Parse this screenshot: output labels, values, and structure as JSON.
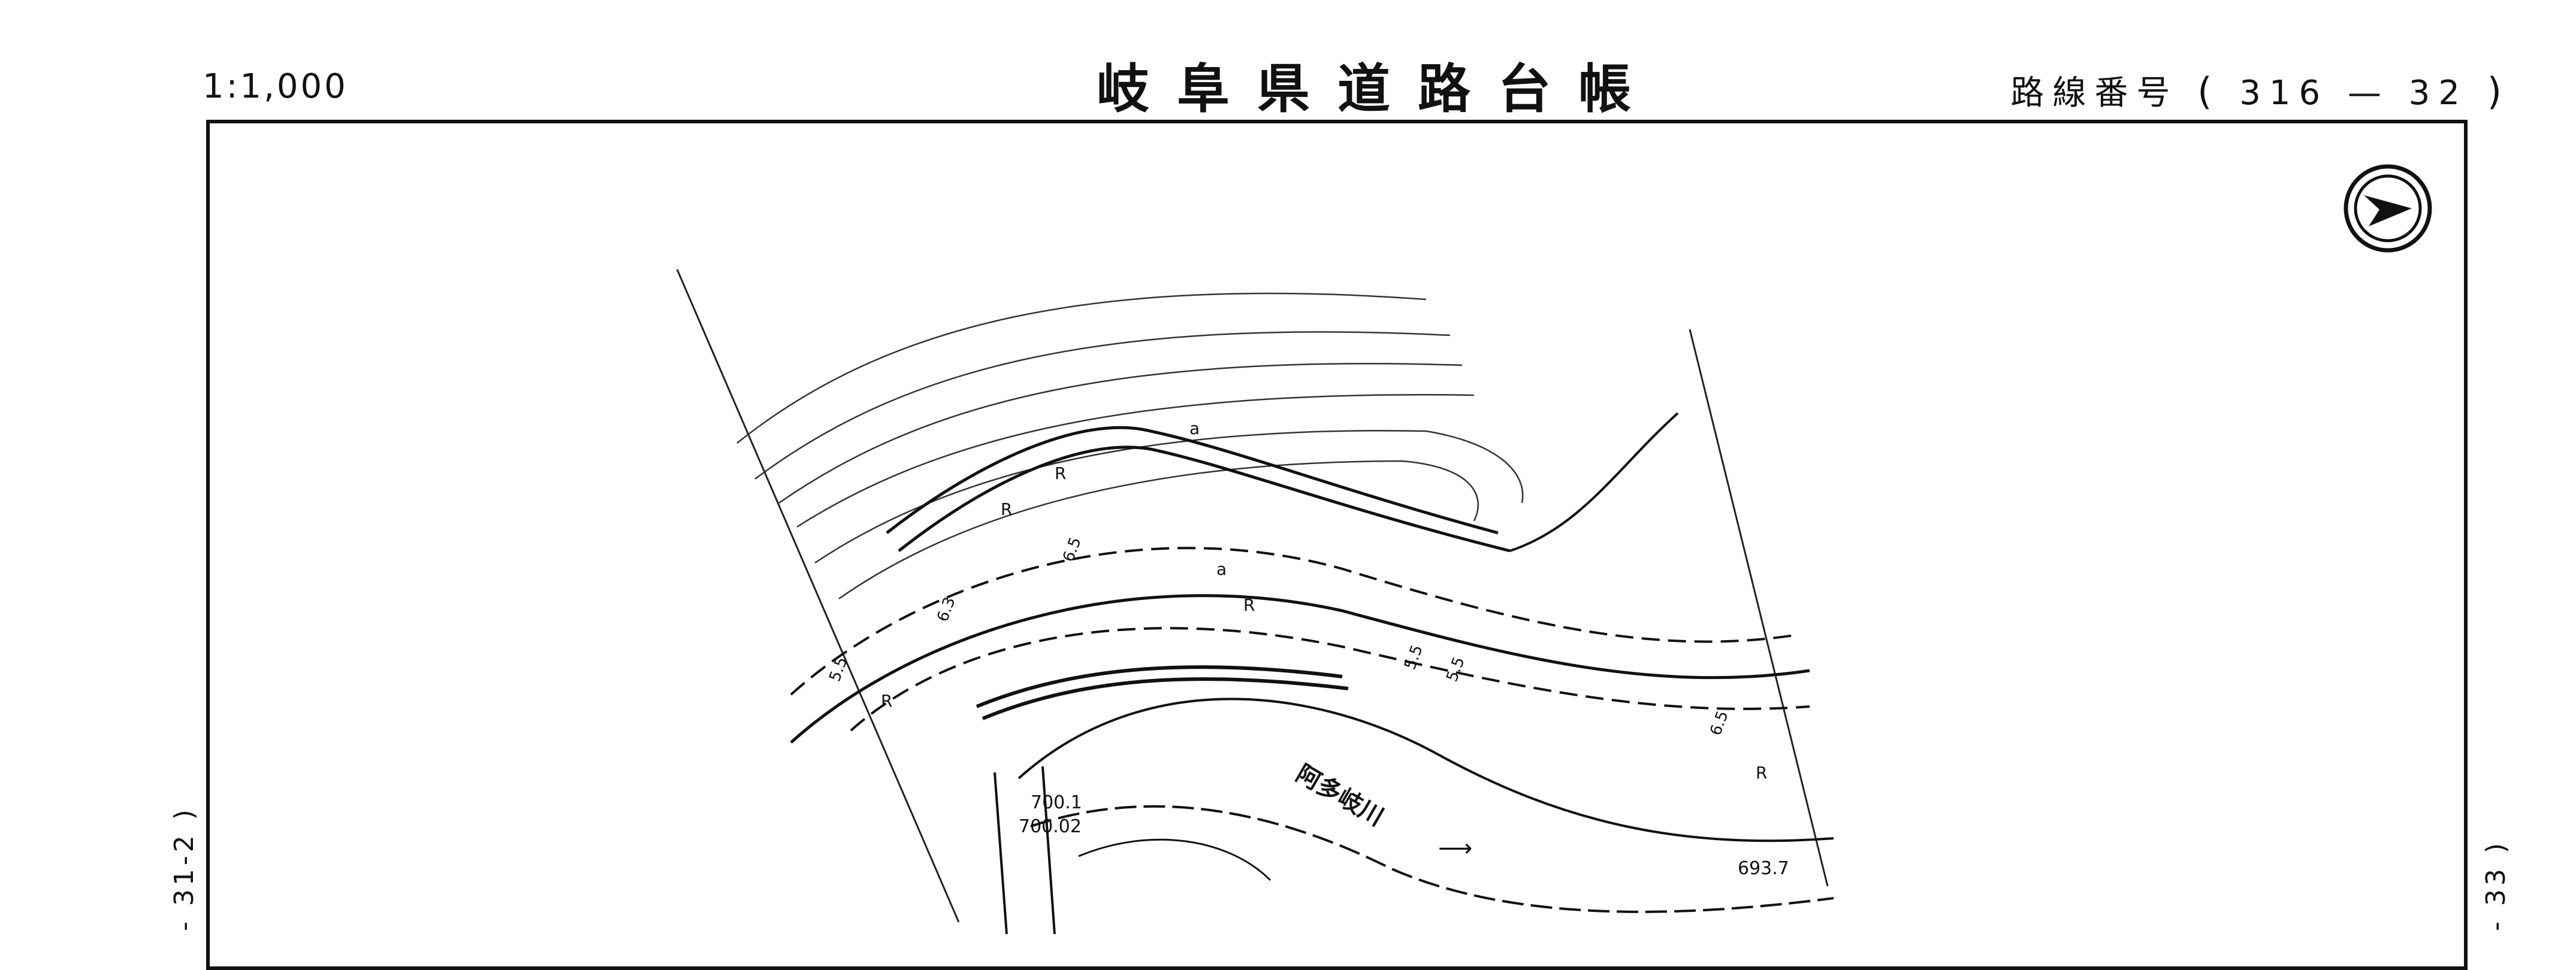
{
  "header": {
    "scale": "1:1,000",
    "title": "岐阜県道路台帳",
    "route_label": "路線番号",
    "route_number": "316 — 32"
  },
  "side_labels": {
    "left": "- 31-2 )",
    "right": "- 33 )"
  },
  "map": {
    "river_name": "阿多岐川",
    "elevations": [
      "700.1",
      "700.02",
      "693.7"
    ],
    "widths": [
      "5.5",
      "6.3",
      "6.5",
      "5.5",
      "5.5",
      "6.5"
    ],
    "road_markers": [
      "R",
      "R",
      "R",
      "R",
      "R"
    ],
    "section_markers": [
      "a",
      "a"
    ]
  },
  "icons": {
    "north_arrow": "north-arrow-icon"
  }
}
